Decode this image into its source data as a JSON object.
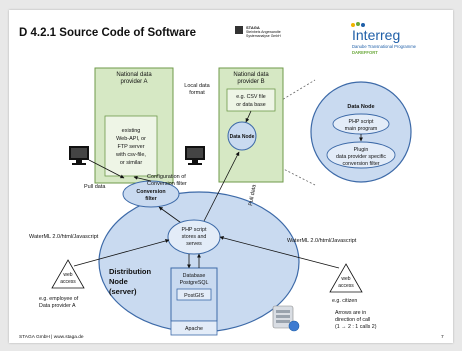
{
  "title": "D 4.2.1 Source Code of Software",
  "header": {
    "staga_logo_lines": [
      "STAGA",
      "Steinbeis Angewandte",
      "Systemanalyse GmbH"
    ],
    "interreg": {
      "word": "Interreg",
      "subtitle": "Danube Transnational Programme",
      "project": "DAREFFORT"
    }
  },
  "provider_a": {
    "title": [
      "National data",
      "provider A"
    ],
    "inner": [
      "existing",
      "Web-API, or",
      "FTP server",
      "with csv-file,",
      "or similar"
    ]
  },
  "local_format": [
    "Local data",
    "format"
  ],
  "provider_b": {
    "title": [
      "National data",
      "provider B"
    ],
    "file_box": [
      "e.g. CSV file",
      "or data base"
    ],
    "node": "Data Node"
  },
  "zoom": {
    "title": "Data Node",
    "main": [
      "PHP script",
      "main program"
    ],
    "plugin": [
      "Plugin",
      "data provider specific",
      "conversion filter"
    ]
  },
  "pull_data_left": "Pull data",
  "config_filter": [
    "Configuration of",
    "Conversion filter"
  ],
  "pull_data_right": "Pull data",
  "conversion_filter": [
    "Conversion",
    "filter"
  ],
  "php_node": [
    "PHP script",
    "stores and",
    "serves"
  ],
  "distribution_node": [
    "Distribution",
    "Node",
    "(server)"
  ],
  "database": {
    "title": [
      "Database",
      "PostgreSQL"
    ],
    "postgis": "PostGIS",
    "apache": "Apache"
  },
  "waterml_left": "WaterML 2.0/html/Javascript",
  "waterml_right": "WaterML 2.0/html/Javascript",
  "web_access_left": [
    "web",
    "access"
  ],
  "web_access_right": [
    "web",
    "access"
  ],
  "user_left": [
    "e.g. employee of",
    "Data provider A"
  ],
  "user_right": "e.g. citizen",
  "arrows_note": [
    "Arrows are in",
    "direction of call",
    "(1 → 2 : 1 calls 2)"
  ],
  "footer": "STAGA GmbH | www.staga.de",
  "page_number": "7",
  "colors": {
    "provider_fill": "#d6e8c4",
    "provider_stroke": "#6f9a4a",
    "bubble_fill": "#c9daf0",
    "bubble_stroke": "#3d6aa8",
    "inner_fill": "#e3ecf8",
    "interreg_blue": "#1f5fa8",
    "interreg_green": "#6aa83a"
  }
}
